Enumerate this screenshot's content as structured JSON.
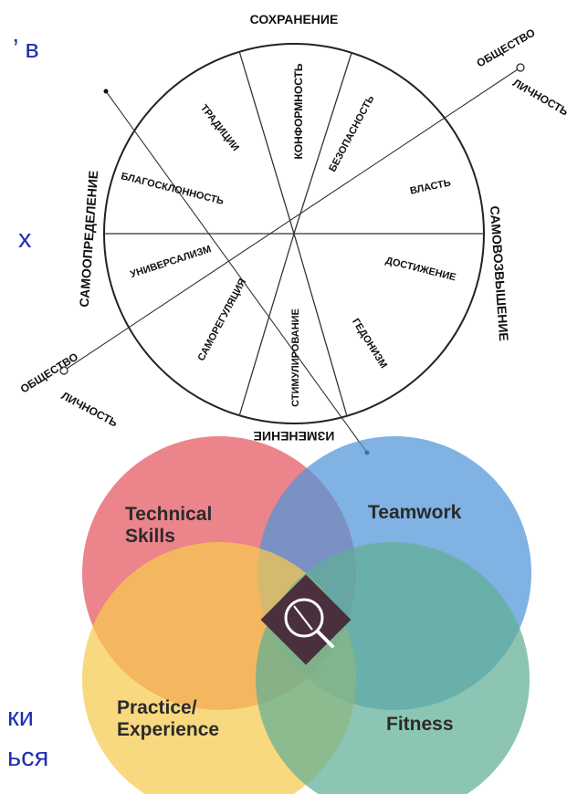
{
  "side_text": {
    "line1": "’ в",
    "line2": "х",
    "line3": "ки",
    "line4": "ься"
  },
  "value_wheel": {
    "outer_labels": {
      "top": "СОХРАНЕНИЕ",
      "bottom": "ИЗМЕНЕНИЕ",
      "left": "САМООПРЕДЕЛЕНИЕ",
      "right": "САМОВОЗВЫШЕНИЕ"
    },
    "axis_labels": {
      "top_right_society": "ОБЩЕСТВО",
      "top_right_person": "ЛИЧНОСТЬ",
      "bottom_left_society": "ОБЩЕСТВО",
      "bottom_left_person": "ЛИЧНОСТЬ"
    },
    "sectors": {
      "conformity": "КОНФОРМНОСТЬ",
      "security": "БЕЗОПАСНОСТЬ",
      "power": "ВЛАСТЬ",
      "achievement": "ДОСТИЖЕНИЕ",
      "hedonism": "ГЕДОНИЗМ",
      "stimulation": "СТИМУЛИРОВАНИЕ",
      "self_direction": "САМОРЕГУЛЯЦИЯ",
      "universalism": "УНИВЕРСАЛИЗМ",
      "benevolence": "БЛАГОСКЛОННОСТЬ",
      "tradition": "ТРАДИЦИИ"
    }
  },
  "venn": {
    "technical": "Technical\nSkills",
    "teamwork": "Teamwork",
    "practice": "Practice/\nExperience",
    "fitness": "Fitness",
    "colors": {
      "technical": "#e5545f",
      "teamwork": "#4f94d8",
      "practice": "#f6cb4e",
      "fitness": "#5fae96",
      "center": "#4a2f3c"
    }
  }
}
